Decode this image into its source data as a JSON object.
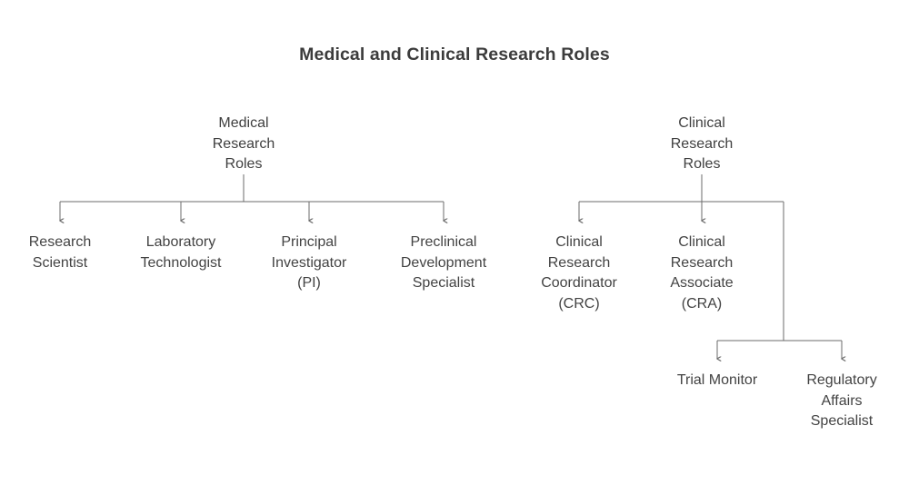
{
  "title": "Medical and Clinical Research Roles",
  "style": {
    "background": "#ffffff",
    "title_color": "#3c3c3c",
    "node_text_color": "#434343",
    "edge_color": "#6b6b6b",
    "edge_width": 1.2
  },
  "chart_data": {
    "type": "diagram",
    "diagram_type": "hierarchy-tree",
    "title": "Medical and Clinical Research Roles",
    "orientation": "top-down",
    "edge_style": "orthogonal-elbow-with-arrowhead",
    "trees": [
      {
        "id": "medical-research-roles",
        "root": "Medical\nResearch\nRoles",
        "children": [
          "Research\nScientist",
          "Laboratory\nTechnologist",
          "Principal\nInvestigator\n(PI)",
          "Preclinical\nDevelopment\nSpecialist"
        ]
      },
      {
        "id": "clinical-research-roles",
        "root": "Clinical\nResearch\nRoles",
        "children": [
          "Clinical\nResearch\nCoordinator\n(CRC)",
          "Clinical\nResearch\nAssociate\n(CRA)"
        ],
        "grandchildren": [
          "Trial Monitor",
          "Regulatory\nAffairs\nSpecialist"
        ]
      }
    ]
  },
  "nodes": {
    "medical_root": "Medical\nResearch\nRoles",
    "medical_child_1": "Research\nScientist",
    "medical_child_2": "Laboratory\nTechnologist",
    "medical_child_3": "Principal\nInvestigator\n(PI)",
    "medical_child_4": "Preclinical\nDevelopment\nSpecialist",
    "clinical_root": "Clinical\nResearch\nRoles",
    "clinical_child_1": "Clinical\nResearch\nCoordinator\n(CRC)",
    "clinical_child_2": "Clinical\nResearch\nAssociate\n(CRA)",
    "clinical_grandchild_1": "Trial Monitor",
    "clinical_grandchild_2": "Regulatory\nAffairs\nSpecialist"
  }
}
